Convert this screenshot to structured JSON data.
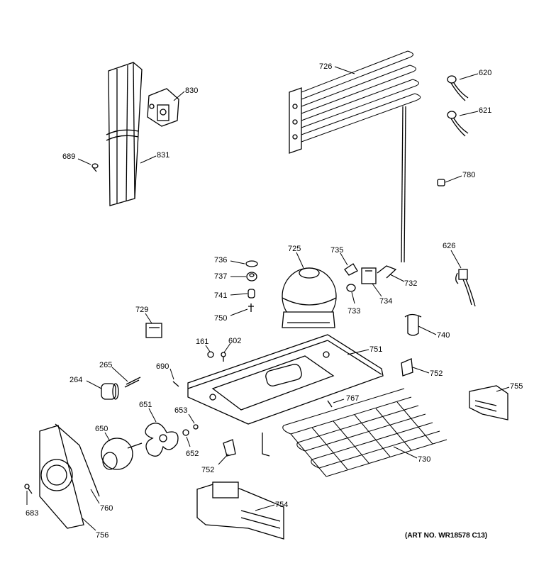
{
  "art_number": "(ART NO. WR18578 C13)",
  "callouts": {
    "p830": "830",
    "p689": "689",
    "p831": "831",
    "p726": "726",
    "p620": "620",
    "p621": "621",
    "p780": "780",
    "p736": "736",
    "p737": "737",
    "p741": "741",
    "p750": "750",
    "p725": "725",
    "p735": "735",
    "p733": "733",
    "p734": "734",
    "p732": "732",
    "p626": "626",
    "p729": "729",
    "p740": "740",
    "p161": "161",
    "p602": "602",
    "p751": "751",
    "p265": "265",
    "p690": "690",
    "p264": "264",
    "p752a": "752",
    "p755": "755",
    "p767": "767",
    "p651": "651",
    "p653": "653",
    "p650": "650",
    "p652": "652",
    "p730": "730",
    "p752b": "752",
    "p683": "683",
    "p760": "760",
    "p754": "754",
    "p756": "756"
  }
}
